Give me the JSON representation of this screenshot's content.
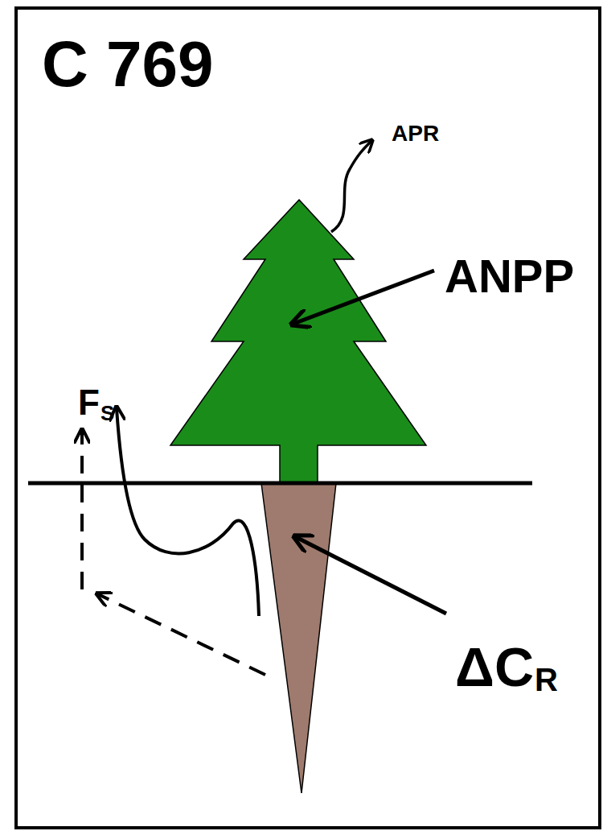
{
  "diagram": {
    "title": "C 769",
    "labels": [
      "APR",
      "ANPP",
      "F",
      "S",
      "ΔC",
      "R"
    ]
  }
}
